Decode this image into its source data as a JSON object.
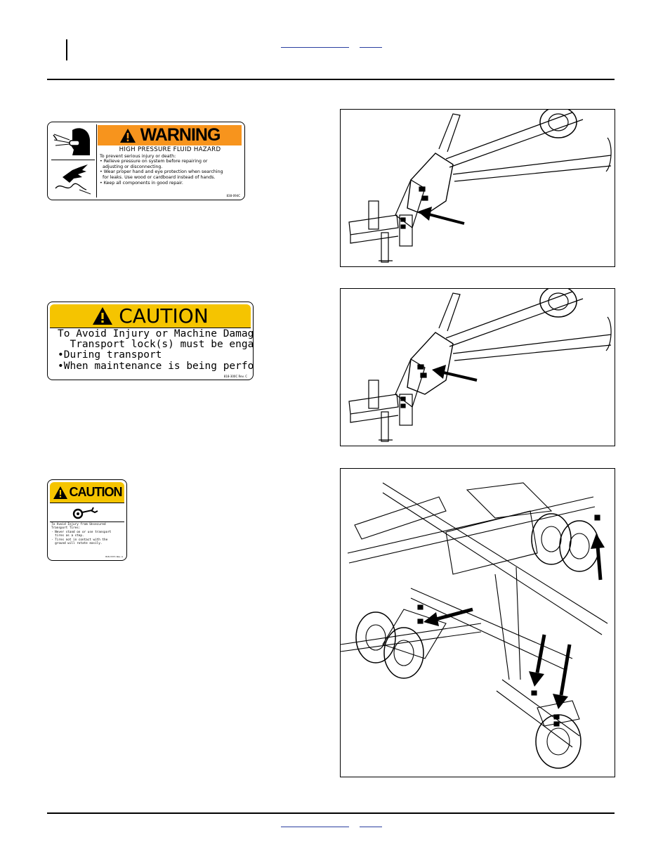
{
  "warning_decal": {
    "signal_word": "WARNING",
    "hazard_title": "HIGH PRESSURE FLUID HAZARD",
    "intro": "To prevent serious injury or death:",
    "bullets": [
      "• Relieve pressure on system before repairing or",
      "   adjusting or disconnecting.",
      "• Wear proper hand and eye protection when searching",
      "   for leaks. Use wood or cardboard instead of hands.",
      "• Keep all components in good repair."
    ],
    "part_number": "838-094C",
    "icons": [
      "eye-protection-icon",
      "fluid-injection-icon"
    ]
  },
  "caution_decal_1": {
    "signal_word": "CAUTION",
    "lines": [
      "To Avoid Injury or Machine Damage:",
      "  Transport lock(s) must be engaged",
      "•During transport",
      "•When maintenance is being performed"
    ],
    "part_number": "818-300C Rev. C"
  },
  "caution_decal_2": {
    "signal_word": "CAUTION",
    "lines": [
      "To Avoid Injury from Unsecured",
      "Transport Tires:",
      "· Never stand on or use transport",
      "  tires as a step.",
      "· Tires not in contact with the",
      "  ground will rotate easily."
    ],
    "part_number": "818-337C Rev. A",
    "icons": [
      "rotating-tire-icon"
    ]
  },
  "colors": {
    "warning_orange": "#f7941d",
    "caution_yellow": "#f5c400",
    "link_blue": "#2a3fa0"
  }
}
